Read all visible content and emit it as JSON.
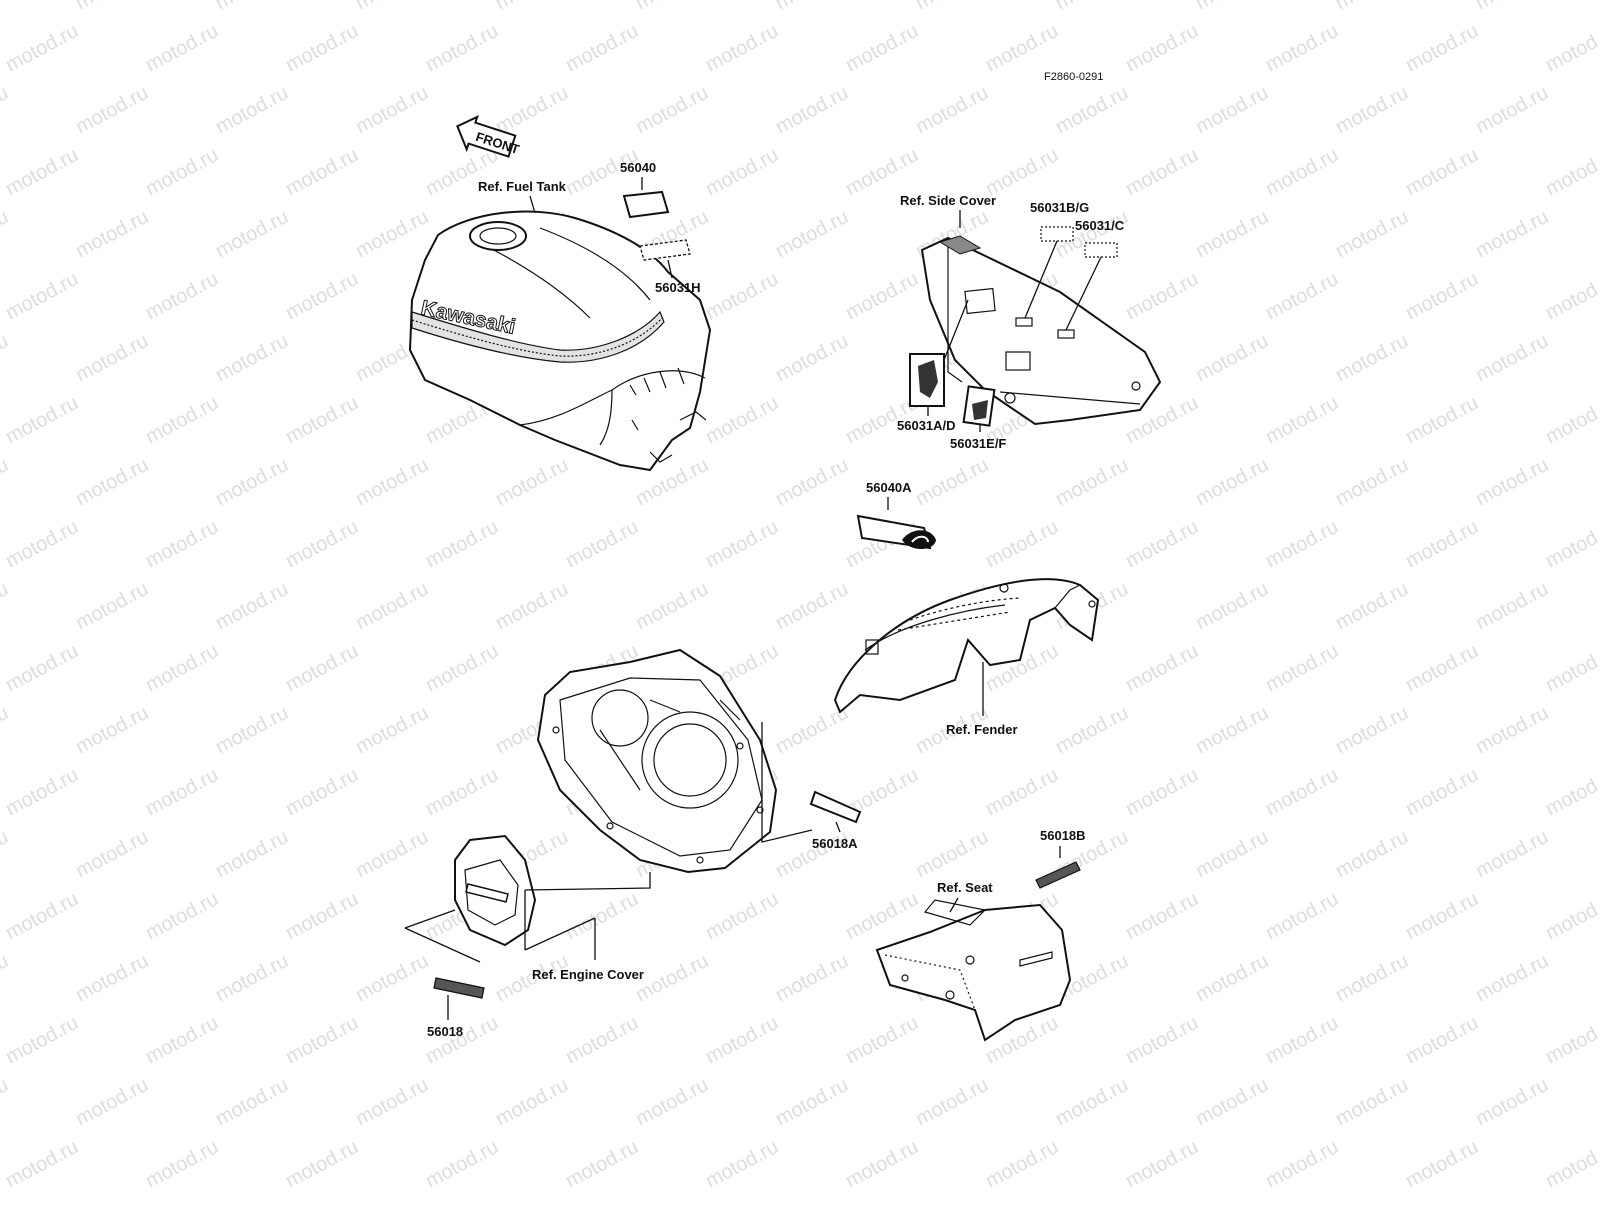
{
  "diagram_code": "F2860-0291",
  "watermark_text": "motod.ru",
  "front_label": "FRONT",
  "tank_brand": "Kawasaki",
  "refs": {
    "fuel_tank": "Ref. Fuel Tank",
    "side_cover": "Ref. Side Cover",
    "fender": "Ref. Fender",
    "engine_cover": "Ref. Engine Cover",
    "seat": "Ref. Seat"
  },
  "parts": {
    "p56040": "56040",
    "p56031h": "56031H",
    "p56031bg": "56031B/G",
    "p56031c": "56031/C",
    "p56031ad": "56031A/D",
    "p56031ef": "56031E/F",
    "p56040a": "56040A",
    "p56018a": "56018A",
    "p56018b": "56018B",
    "p56018": "56018"
  }
}
